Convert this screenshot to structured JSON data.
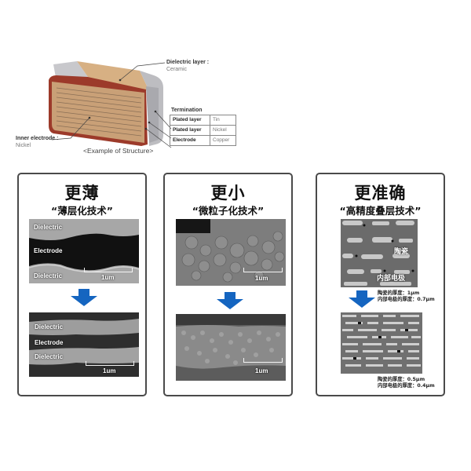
{
  "structure": {
    "dielectric_layer": {
      "title": "Dielectric layer :",
      "material": "Ceramic"
    },
    "inner_electrode": {
      "title": "Inner electrode :",
      "material": "Nickel"
    },
    "termination": {
      "title": "Termination",
      "rows": [
        {
          "layer": "Plated layer",
          "material": "Tin"
        },
        {
          "layer": "Plated layer",
          "material": "Nickel"
        },
        {
          "layer": "Electrode",
          "material": "Copper"
        }
      ]
    },
    "caption": "<Example of Structure>",
    "colors": {
      "ceramic": "#c9a077",
      "terminal": "#b9b9bd",
      "copper_edge": "#9c3a2a"
    }
  },
  "panels": [
    {
      "title": "更薄",
      "subtitle": "“薄层化技术”",
      "before": {
        "labels": [
          "Dielectric",
          "Electrode",
          "Dielectric"
        ],
        "scale": "1um"
      },
      "after": {
        "labels": [
          "Dielectric",
          "Electrode",
          "Dielectric"
        ],
        "scale": "1um"
      }
    },
    {
      "title": "更小",
      "subtitle": "“微粒子化技术”",
      "before": {
        "scale": "1um"
      },
      "after": {
        "scale": "1um"
      }
    },
    {
      "title": "更准确",
      "subtitle": "“高精度叠层技术”",
      "before": {
        "labels": [
          "陶瓷",
          "内部电极"
        ],
        "notes": [
          "陶瓷的厚度：1μm",
          "内部电极的厚度：0.7μm"
        ]
      },
      "after": {
        "notes": [
          "陶瓷的厚度：0.5μm",
          "内部电极的厚度：0.4μm"
        ]
      }
    }
  ],
  "colors": {
    "arrow": "#1565c0",
    "panel_border": "#4a4a4a"
  }
}
